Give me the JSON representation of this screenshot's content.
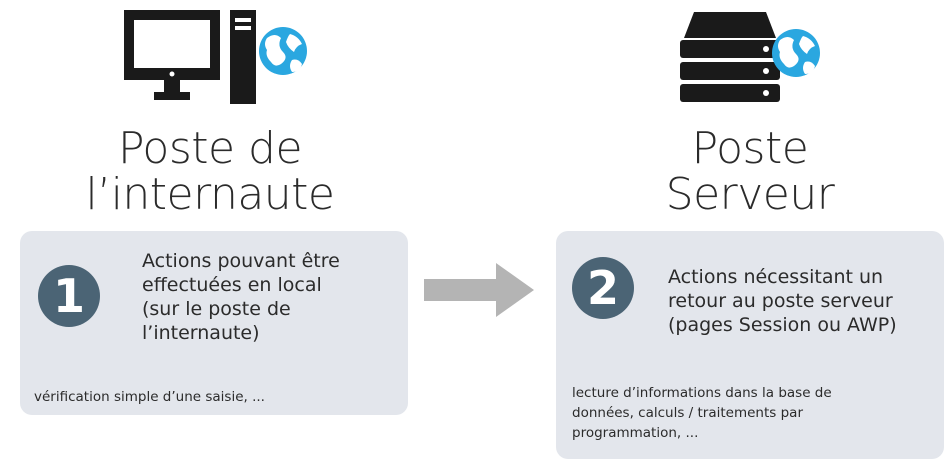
{
  "colors": {
    "icon_dark": "#1a1a1a",
    "globe_blue": "#2aa7e0",
    "box_bg": "#e3e6ec",
    "badge_bg": "#4b6475",
    "arrow": "#b4b4b4"
  },
  "left": {
    "icon": "desktop-computer-globe-icon",
    "title_line1": "Poste de",
    "title_line2": "l’internaute",
    "number": "1",
    "main_line1": "Actions pouvant être",
    "main_line2": "effectuées en local",
    "main_line3": "(sur le poste de",
    "main_line4": "l’internaute)",
    "detail": "vérification simple d’une saisie, ..."
  },
  "right": {
    "icon": "server-globe-icon",
    "title_line1": "Poste",
    "title_line2": "Serveur",
    "number": "2",
    "main_line1": "Actions nécessitant un",
    "main_line2": "retour au poste serveur",
    "main_line3": "(pages Session ou AWP)",
    "detail_line1": "lecture d’informations dans la base de",
    "detail_line2": "données, calculs / traitements par",
    "detail_line3": "programmation, ..."
  },
  "arrow_icon": "right-arrow-icon"
}
